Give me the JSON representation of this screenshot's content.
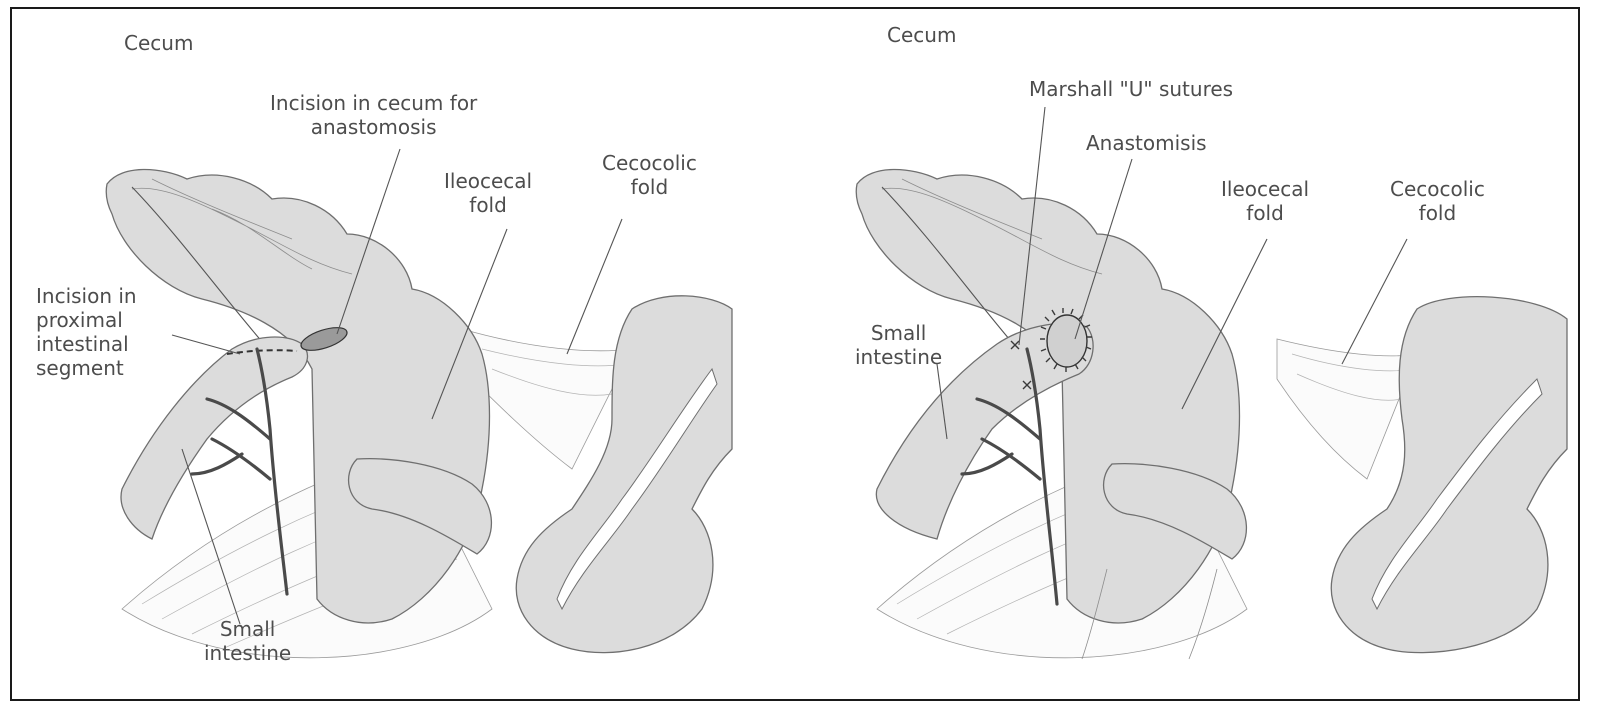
{
  "left_panel": {
    "labels": {
      "cecum": "Cecum",
      "incision_cecum": "Incision in cecum for\nanastomosis",
      "ileocecal_fold": "Ileocecal\nfold",
      "cecocolic_fold": "Cecocolic\nfold",
      "incision_proximal": "Incision in\nproximal\nintestinal\nsegment",
      "small_intestine": "Small\nintestine"
    }
  },
  "right_panel": {
    "labels": {
      "cecum": "Cecum",
      "marshall_sutures": "Marshall \"U\" sutures",
      "anastomosis": "Anastomisis",
      "ileocecal_fold": "Ileocecal\nfold",
      "cecocolic_fold": "Cecocolic\nfold",
      "small_intestine": "Small\nintestine"
    }
  }
}
